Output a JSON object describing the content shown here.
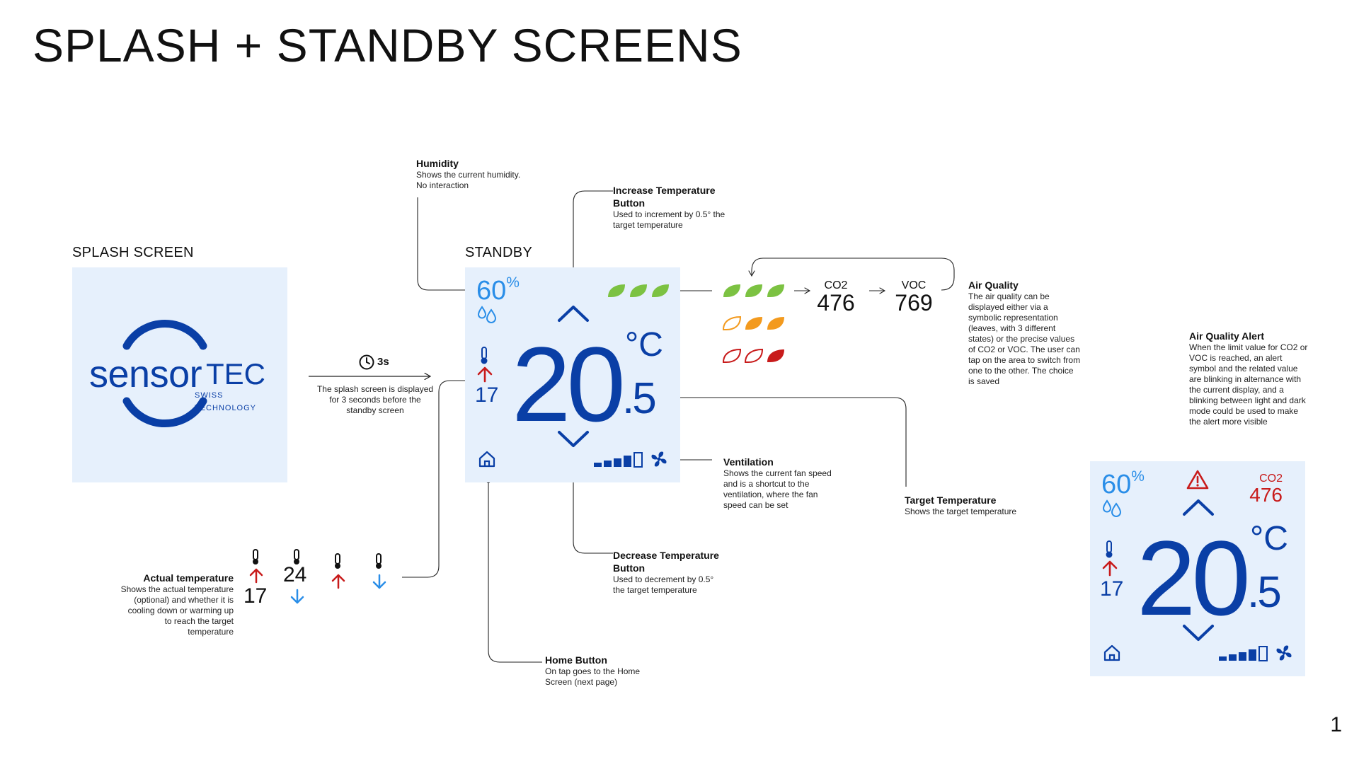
{
  "page": {
    "title": "SPLASH + STANDBY SCREENS",
    "page_number": "1"
  },
  "splash": {
    "label": "SPLASH SCREEN",
    "logo": {
      "word1": "sensor",
      "word2": "TEC",
      "tag1": "SWISS",
      "tag2": "TECHNOLOGY"
    },
    "timer": "3s",
    "caption": "The splash screen is displayed for 3 seconds before the standby screen"
  },
  "standby": {
    "label": "STANDBY",
    "humidity": "60",
    "humidity_unit": "%",
    "temp_whole": "20",
    "temp_decimal": ".5",
    "temp_unit": "°C",
    "actual_temp": "17"
  },
  "annotations": {
    "humidity": {
      "title": "Humidity",
      "body": "Shows the current humidity. No interaction"
    },
    "increase": {
      "title": "Increase Temperature Button",
      "body": "Used to increment by 0.5° the target temperature"
    },
    "air_quality": {
      "title": "Air Quality",
      "body": "The air quality can be displayed either via a symbolic representation (leaves, with 3 different states) or the precise values of CO2 or VOC. The user can tap on the area to switch from one to the other. The choice is saved"
    },
    "ventilation": {
      "title": "Ventilation",
      "body": "Shows the current fan speed and is a shortcut to the ventilation, where the fan speed can be set"
    },
    "target": {
      "title": "Target Temperature",
      "body": "Shows the target temperature"
    },
    "decrease": {
      "title": "Decrease Temperature Button",
      "body": "Used to decrement by 0.5° the target temperature"
    },
    "home": {
      "title": "Home Button",
      "body": "On tap goes to the Home Screen (next page)"
    },
    "actual": {
      "title": "Actual temperature",
      "body": "Shows the actual temperature (optional) and whether it is cooling down or warming up to reach the target temperature"
    },
    "alert": {
      "title": "Air Quality Alert",
      "body": "When the limit value for CO2 or VOC is reached, an alert symbol and the related value are blinking in alternance with the current display, and a blinking between light and dark mode could be used to make the alert more visible"
    }
  },
  "air_quality": {
    "co2_label": "CO2",
    "co2_value": "476",
    "voc_label": "VOC",
    "voc_value": "769"
  },
  "actual_variants": {
    "warming_value": "17",
    "cooling_value": "24"
  },
  "alert_screen": {
    "humidity": "60",
    "humidity_unit": "%",
    "co2_label": "CO2",
    "co2_value": "476",
    "temp_whole": "20",
    "temp_decimal": ".5",
    "temp_unit": "°C",
    "actual_temp": "17"
  },
  "colors": {
    "dark_blue": "#0a3fa6",
    "light_blue": "#2a8ee8",
    "panel_bg": "#e6f0fc",
    "red": "#c81b1b",
    "leaf_green": "#7cc242",
    "leaf_orange": "#f39a1e",
    "leaf_red": "#c81b1b"
  }
}
